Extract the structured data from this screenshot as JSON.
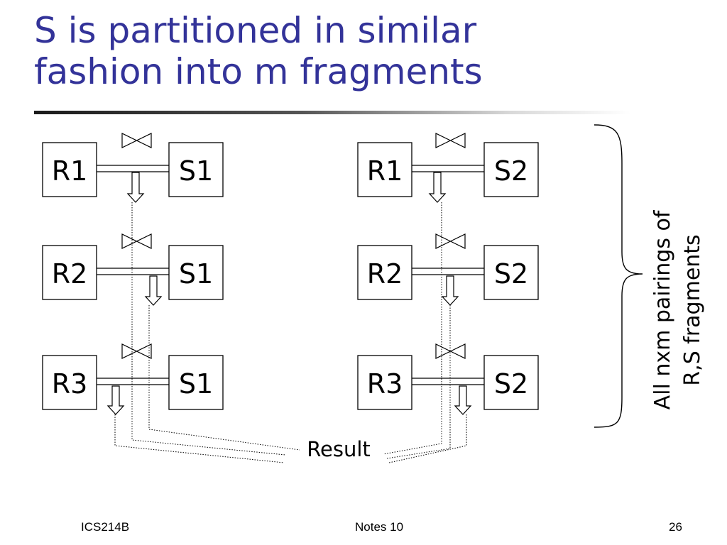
{
  "slide": {
    "title_lines": [
      "S is partitioned in similar",
      "fashion into m fragments"
    ],
    "footer": {
      "left": "ICS214B",
      "center": "Notes 10",
      "page": "26"
    }
  },
  "diagram": {
    "left_group": {
      "r_labels": [
        "R1",
        "R2",
        "R3"
      ],
      "s_labels": [
        "S1",
        "S1",
        "S1"
      ]
    },
    "right_group": {
      "r_labels": [
        "R1",
        "R2",
        "R3"
      ],
      "s_labels": [
        "S2",
        "S2",
        "S2"
      ]
    },
    "join_symbol": "bowtie-icon",
    "result_label": "Result",
    "brace_label_lines": [
      "All nxm pairings of",
      "R,S fragments"
    ]
  }
}
